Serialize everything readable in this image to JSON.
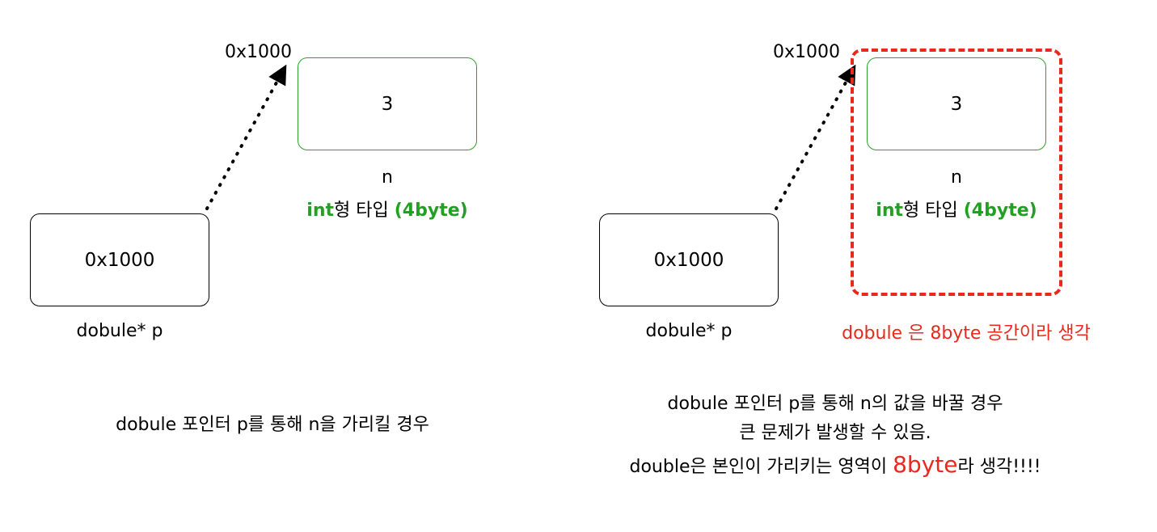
{
  "left": {
    "address_label": "0x1000",
    "value_box": "3",
    "var_name": "n",
    "type_int": "int",
    "type_mid": "형 타입 ",
    "type_size": "(4byte)",
    "pointer_box": "0x1000",
    "pointer_name": "dobule* p",
    "caption": "dobule 포인터 p를 통해 n을 가리킬 경우"
  },
  "right": {
    "address_label": "0x1000",
    "value_box": "3",
    "var_name": "n",
    "type_int": "int",
    "type_mid": "형 타입 ",
    "type_size": "(4byte)",
    "pointer_box": "0x1000",
    "pointer_name": "dobule* p",
    "highlight_note": "dobule 은 8byte 공간이라 생각",
    "caption_line1": "dobule 포인터 p를 통해 n의 값을 바꿀 경우",
    "caption_line2": "큰 문제가 발생할 수 있음.",
    "caption_line3_pre": "double은 본인이 가리키는 영역이 ",
    "caption_line3_emph": "8byte",
    "caption_line3_post": "라 생각!!!!"
  },
  "colors": {
    "green": "#22a022",
    "red": "#e8291c",
    "black": "#000000"
  }
}
